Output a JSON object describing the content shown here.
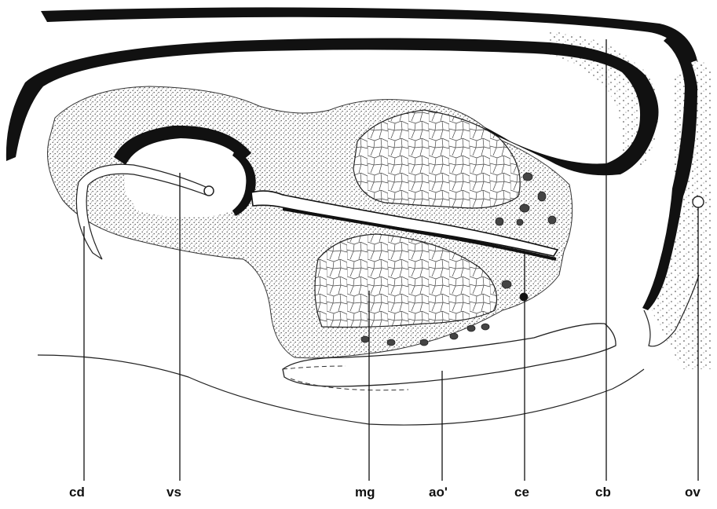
{
  "labels": {
    "cd": "cd",
    "vs": "vs",
    "mg": "mg",
    "ao": "aoʹ",
    "ce": "ce",
    "cb": "cb",
    "ov": "ov"
  }
}
